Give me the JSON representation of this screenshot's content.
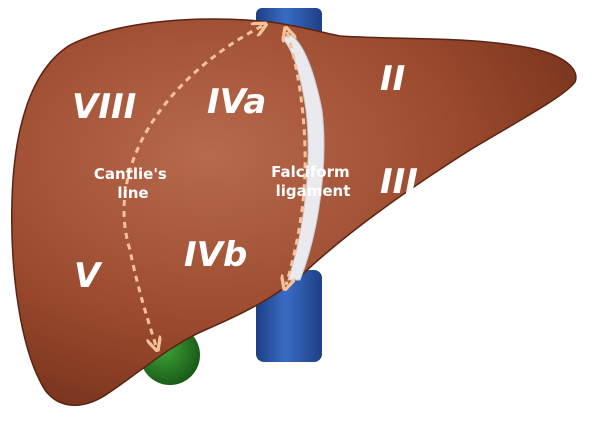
{
  "labels": {
    "segment_viii": "VIII",
    "segment_iva": "IVa",
    "segment_ii": "II",
    "segment_iii": "III",
    "segment_ivb": "IVb",
    "segment_v": "V",
    "cantlie_line": {
      "line1": "Cantlie's",
      "line2": "line"
    },
    "falciform_ligament": {
      "line1": "Falciform",
      "line2": "ligament"
    }
  },
  "colors": {
    "liver": "#9b4a2e",
    "vein": "#2f5fb4",
    "gallbladder": "#2e8b2a",
    "ligament": "#e9e9ee",
    "dashed_line": "#f6c29a"
  }
}
